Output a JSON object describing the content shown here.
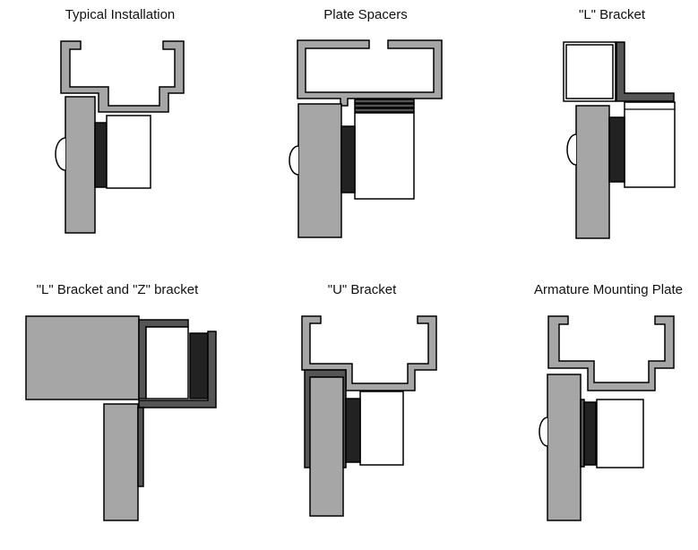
{
  "panels": [
    {
      "title": "Typical Installation"
    },
    {
      "title": "Plate Spacers"
    },
    {
      "title": "\"L\" Bracket"
    },
    {
      "title": "\"L\" Bracket and \"Z\" bracket"
    },
    {
      "title": "\"U\" Bracket"
    },
    {
      "title": "Armature Mounting Plate"
    }
  ],
  "colors": {
    "frame_gray": "#a6a6a6",
    "bracket_gray": "#555555",
    "armature_black": "#222222",
    "background": "#ffffff"
  }
}
